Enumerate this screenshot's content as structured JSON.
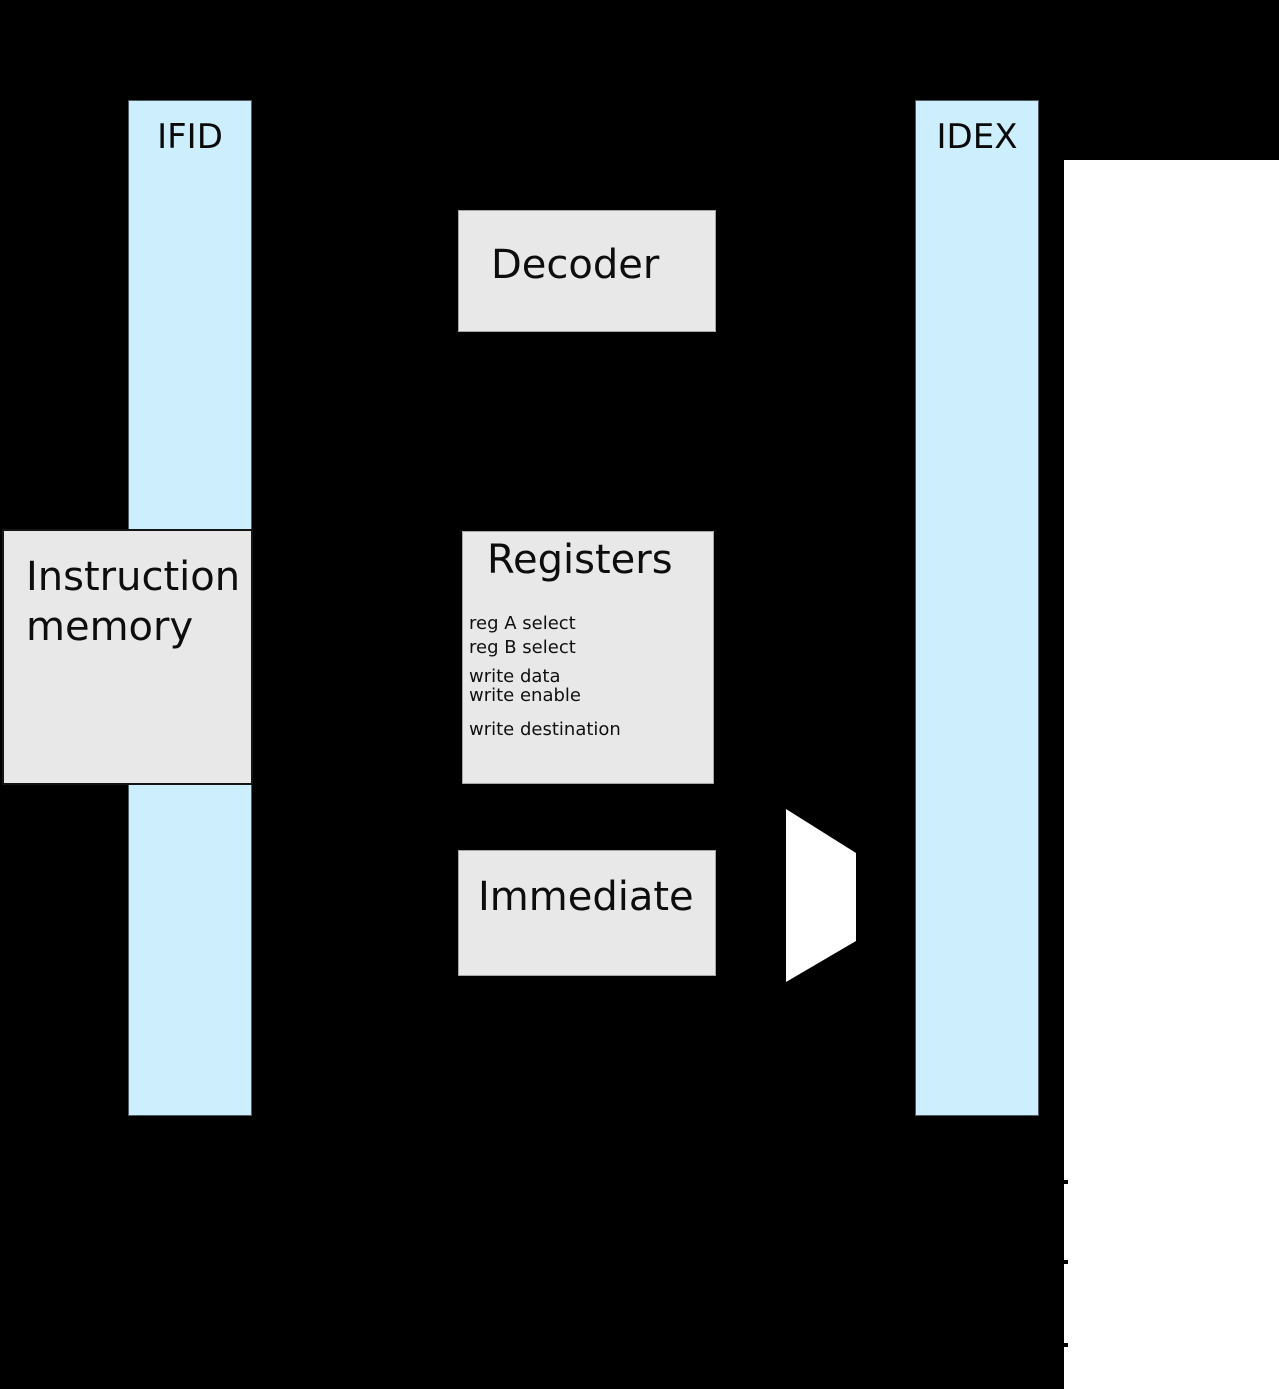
{
  "diagram": {
    "pipeline_registers": [
      {
        "label": "IFID"
      },
      {
        "label": "IDEX"
      }
    ],
    "blocks": {
      "decoder": {
        "label": "Decoder"
      },
      "instruction_memory": {
        "label": "Instruction memory"
      },
      "registers": {
        "label": "Registers",
        "ports": [
          "reg A select",
          "reg B select",
          "write data",
          "write enable",
          "write destination"
        ]
      },
      "immediate": {
        "label": "Immediate"
      }
    },
    "colors": {
      "bg": "#000000",
      "stage_bg": "#ffffff",
      "pipeline_register_fill": "#cdeefd",
      "block_fill": "#e8e8e8",
      "mux_fill": "#ffffff"
    }
  }
}
